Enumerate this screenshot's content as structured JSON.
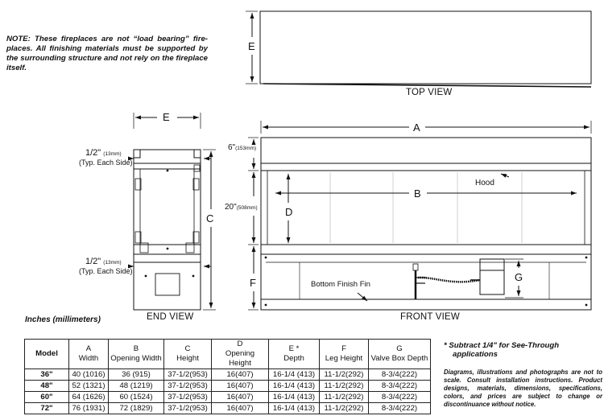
{
  "note": "NOTE: These fireplaces are not “load bearing” fire-places. All finishing materials must be supported by the surrounding structure and not rely on the fireplace itself.",
  "views": {
    "top": "TOP VIEW",
    "end": "END VIEW",
    "front": "FRONT VIEW"
  },
  "dimension_letters": {
    "a": "A",
    "b": "B",
    "c": "C",
    "d": "D",
    "e_top": "E",
    "e_end": "E",
    "f": "F",
    "g": "G"
  },
  "end_view_labels": {
    "upper_half": "1/2\"",
    "upper_half_mm": "(13mm)",
    "upper_typ": "(Typ. Each Side)",
    "lower_half": "1/2\"",
    "lower_half_mm": "(13mm)",
    "lower_typ": "(Typ. Each Side)"
  },
  "front_view_labels": {
    "six_in": "6\"",
    "six_mm": "(153mm)",
    "twenty_in": "20\"",
    "twenty_mm": "(508mm)",
    "hood": "Hood",
    "bottom_finish_fin": "Bottom Finish Fin"
  },
  "units_label": "Inches (millimeters)",
  "table": {
    "headers": [
      {
        "letter": "Model",
        "name": ""
      },
      {
        "letter": "A",
        "name": "Width"
      },
      {
        "letter": "B",
        "name": "Opening Width"
      },
      {
        "letter": "C",
        "name": "Height"
      },
      {
        "letter": "D",
        "name": "Opening Height"
      },
      {
        "letter": "E *",
        "name": "Depth"
      },
      {
        "letter": "F",
        "name": "Leg Height"
      },
      {
        "letter": "G",
        "name": "Valve Box Depth"
      }
    ],
    "rows": [
      [
        "36\"",
        "40 (1016)",
        "36 (915)",
        "37-1/2(953)",
        "16(407)",
        "16-1/4 (413)",
        "11-1/2(292)",
        "8-3/4(222)"
      ],
      [
        "48\"",
        "52 (1321)",
        "48 (1219)",
        "37-1/2(953)",
        "16(407)",
        "16-1/4 (413)",
        "11-1/2(292)",
        "8-3/4(222)"
      ],
      [
        "60\"",
        "64 (1626)",
        "60 (1524)",
        "37-1/2(953)",
        "16(407)",
        "16-1/4 (413)",
        "11-1/2(292)",
        "8-3/4(222)"
      ],
      [
        "72\"",
        "76 (1931)",
        "72 (1829)",
        "37-1/2(953)",
        "16(407)",
        "16-1/4 (413)",
        "11-1/2(292)",
        "8-3/4(222)"
      ]
    ]
  },
  "subtract_note_line1": "*  Subtract 1/4\" for See-Through",
  "subtract_note_line2": "applications",
  "disclaimer": "Diagrams, illustrations and photographs are not to scale. Consult installation instructions. Product designs, materials, dimensions, specifications, colors, and prices are subject to change or discontinuance without notice."
}
